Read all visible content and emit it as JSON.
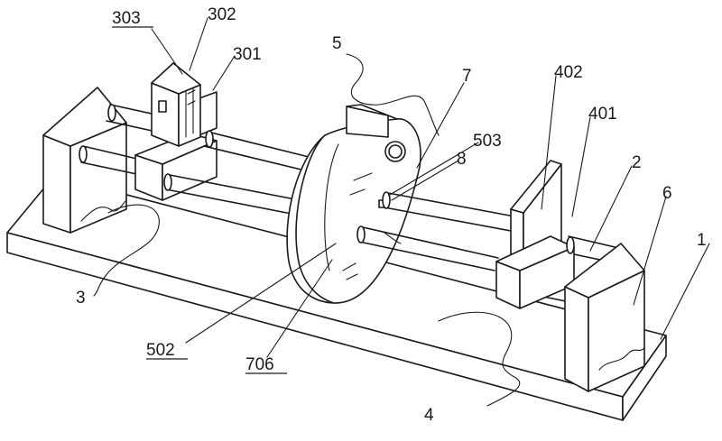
{
  "figure": {
    "colors": {
      "line": "#1a1a1a",
      "background": "#ffffff"
    },
    "labels": {
      "l1": "1",
      "l2": "2",
      "l3": "3",
      "l4": "4",
      "l5": "5",
      "l6": "6",
      "l7": "7",
      "l8": "8",
      "l301": "301",
      "l302": "302",
      "l303": "303",
      "l401": "401",
      "l402": "402",
      "l502": "502",
      "l503": "503",
      "l706": "706"
    }
  }
}
